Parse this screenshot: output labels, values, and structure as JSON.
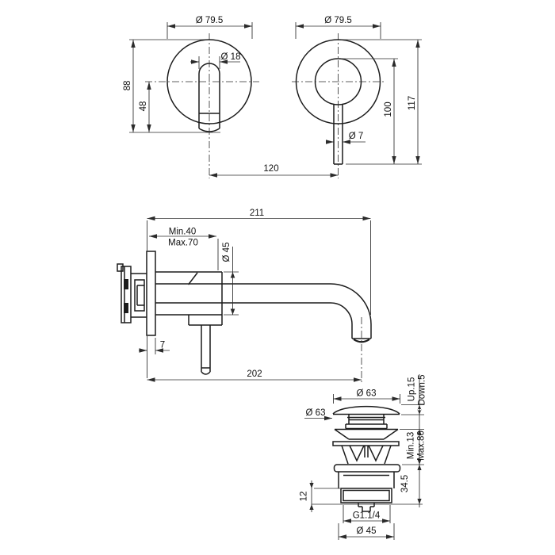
{
  "views": {
    "handle_front": {
      "plate_diameter": "Ø 79.5",
      "handle_diameter": "Ø 18",
      "overall_height": "88",
      "handle_drop": "48"
    },
    "spout_front": {
      "plate_diameter": "Ø 79.5",
      "stem_diameter": "Ø 7",
      "stem_height": "100",
      "overall_height": "117",
      "centers_distance": "120"
    },
    "side": {
      "overall_projection": "211",
      "wall_depth_min": "Min.40",
      "wall_depth_max": "Max.70",
      "body_diameter": "Ø 45",
      "spout_projection": "202",
      "plate_thickness": "7"
    },
    "drain": {
      "cap_diameter": "Ø 63",
      "cap_diameter_side": "Ø 63",
      "travel_up": "Up.15",
      "travel_down": "Down.5",
      "clamp_min": "Min.13",
      "clamp_max": "Max.80",
      "lower_height": "34.5",
      "thread_length": "12",
      "thread_size": "G1.1/4",
      "tail_diameter": "Ø 45"
    }
  },
  "colors": {
    "line": "#1c1c1c",
    "dimension": "#2b2b2b",
    "background": "#ffffff"
  }
}
